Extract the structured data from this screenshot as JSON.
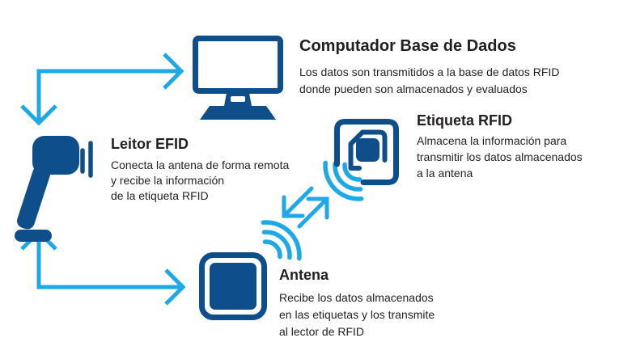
{
  "colors": {
    "dark_blue": "#0E4F8B",
    "light_blue": "#1FA8E8",
    "text": "#231F20",
    "background": "#FFFFFF"
  },
  "diagram": {
    "type": "flow-diagram",
    "topic": "RFID system",
    "nodes": [
      {
        "id": "computer",
        "icon": "desktop-computer-icon",
        "title": "Computador Base de Dados",
        "description": [
          "Los datos son transmitidos a la base de datos RFID",
          "donde pueden son almacenados y evaluados"
        ]
      },
      {
        "id": "reader",
        "icon": "barcode-scanner-icon",
        "title": "Leitor EFID",
        "description": [
          "Conecta la antena de forma remota",
          "y recibe la información",
          "de la etiqueta RFID"
        ]
      },
      {
        "id": "tag",
        "icon": "rfid-tag-icon",
        "title": "Etiqueta RFID",
        "description": [
          "Almacena la información para",
          "transmitir los datos almacenados",
          "a la antena"
        ]
      },
      {
        "id": "antenna",
        "icon": "antenna-icon",
        "title": "Antena",
        "description": [
          "Recibe los datos almacenados",
          "en las etiquetas y los transmite",
          "al lector de RFID"
        ]
      }
    ],
    "connections": [
      {
        "from": "reader",
        "to": "computer",
        "style": "elbow-arrow-bidirectional"
      },
      {
        "from": "reader",
        "to": "antenna",
        "style": "elbow-arrow-bidirectional"
      },
      {
        "from": "antenna",
        "to": "tag",
        "style": "wireless-double-arrow"
      }
    ]
  }
}
